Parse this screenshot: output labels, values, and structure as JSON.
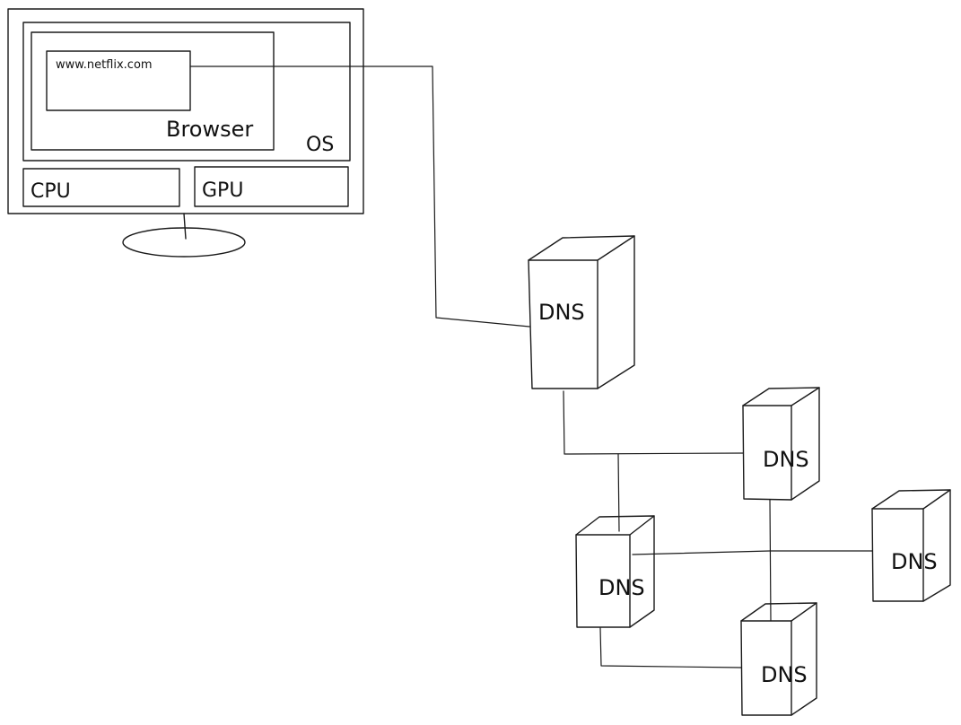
{
  "computer": {
    "url": "www.netflix.com",
    "browser_label": "Browser",
    "os_label": "OS",
    "cpu_label": "CPU",
    "gpu_label": "GPU"
  },
  "dns_servers": [
    {
      "label": "DNS"
    },
    {
      "label": "DNS"
    },
    {
      "label": "DNS"
    },
    {
      "label": "DNS"
    },
    {
      "label": "DNS"
    }
  ]
}
